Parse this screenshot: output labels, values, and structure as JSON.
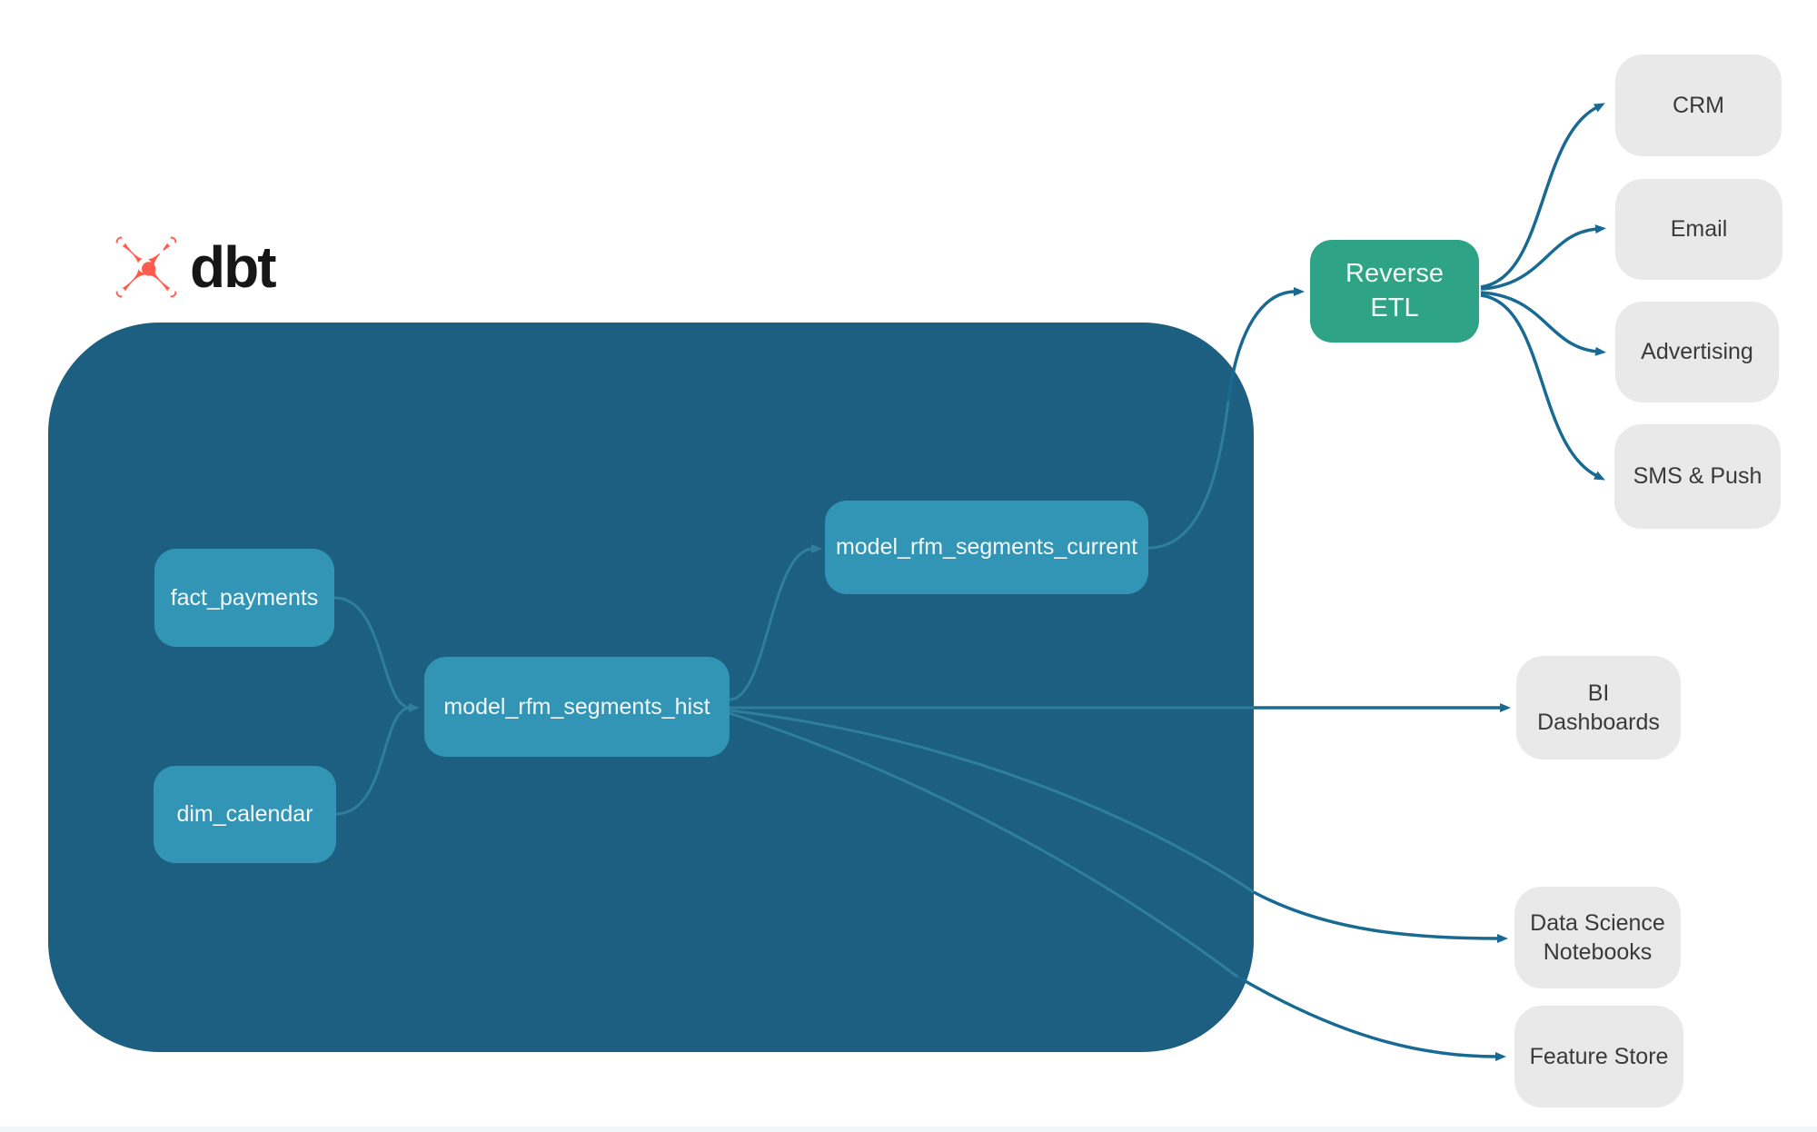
{
  "logo": {
    "brand": "dbt"
  },
  "colors": {
    "warehouse_background": "#1d5f80",
    "model_node": "#3295b5",
    "reverse_etl_node": "#2ea385",
    "destination_node": "#e9e9e9",
    "edge_outside": "#186a93",
    "edge_inside": "#2f7e9c",
    "logo_orange": "#ff5a4c"
  },
  "nodes": {
    "fact_payments": {
      "label": "fact_payments"
    },
    "dim_calendar": {
      "label": "dim_calendar"
    },
    "model_rfm_segments_hist": {
      "label": "model_rfm_segments_hist"
    },
    "model_rfm_segments_current": {
      "label": "model_rfm_segments_current"
    },
    "reverse_etl": {
      "label": "Reverse ETL"
    },
    "crm": {
      "label": "CRM"
    },
    "email": {
      "label": "Email"
    },
    "advertising": {
      "label": "Advertising"
    },
    "sms_push": {
      "label": "SMS & Push"
    },
    "bi_dashboards": {
      "label": "BI Dashboards"
    },
    "data_science_notebooks": {
      "label": "Data Science Notebooks"
    },
    "feature_store": {
      "label": "Feature Store"
    }
  },
  "edges": [
    {
      "from": "fact_payments",
      "to": "model_rfm_segments_hist"
    },
    {
      "from": "dim_calendar",
      "to": "model_rfm_segments_hist"
    },
    {
      "from": "model_rfm_segments_hist",
      "to": "model_rfm_segments_current"
    },
    {
      "from": "model_rfm_segments_current",
      "to": "reverse_etl"
    },
    {
      "from": "reverse_etl",
      "to": "crm"
    },
    {
      "from": "reverse_etl",
      "to": "email"
    },
    {
      "from": "reverse_etl",
      "to": "advertising"
    },
    {
      "from": "reverse_etl",
      "to": "sms_push"
    },
    {
      "from": "model_rfm_segments_hist",
      "to": "bi_dashboards"
    },
    {
      "from": "model_rfm_segments_hist",
      "to": "data_science_notebooks"
    },
    {
      "from": "model_rfm_segments_hist",
      "to": "feature_store"
    }
  ]
}
